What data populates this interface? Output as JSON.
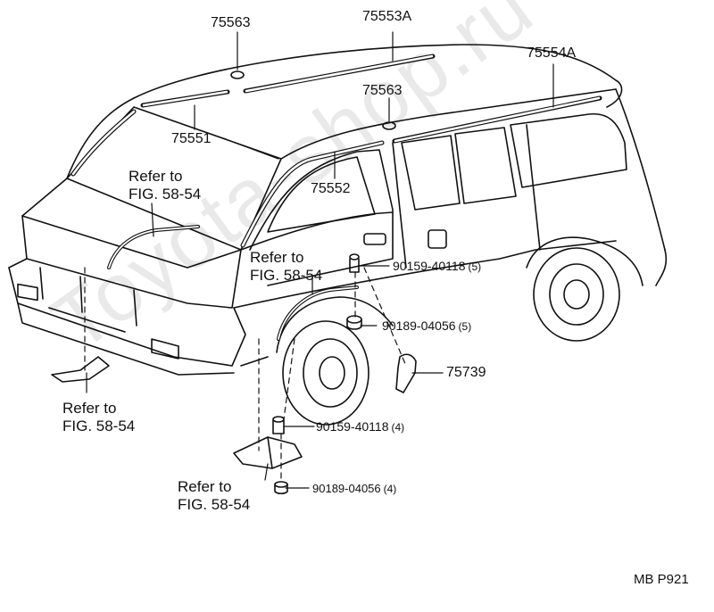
{
  "watermark": "Toyota-shop.ru",
  "diagram_code": "MB P921",
  "parts": {
    "p75563_top": "75563",
    "p75553A": "75553A",
    "p75554A": "75554A",
    "p75563_mid": "75563",
    "p75551": "75551",
    "p75552": "75552",
    "p75739": "75739",
    "clip1_num": "90159-40118",
    "clip1_qty": "(5)",
    "nut1_num": "90189-04056",
    "nut1_qty": "(5)",
    "clip2_num": "90159-40118",
    "clip2_qty": "(4)",
    "nut2_num": "90189-04056",
    "nut2_qty": "(4)"
  },
  "refs": {
    "ref_front": {
      "line1": "Refer to",
      "line2": "FIG. 58-54"
    },
    "ref_wheel": {
      "line1": "Refer to",
      "line2": "FIG. 58-54"
    },
    "ref_bumper": {
      "line1": "Refer to",
      "line2": "FIG. 58-54"
    },
    "ref_bottom": {
      "line1": "Refer to",
      "line2": "FIG. 58-54"
    }
  }
}
